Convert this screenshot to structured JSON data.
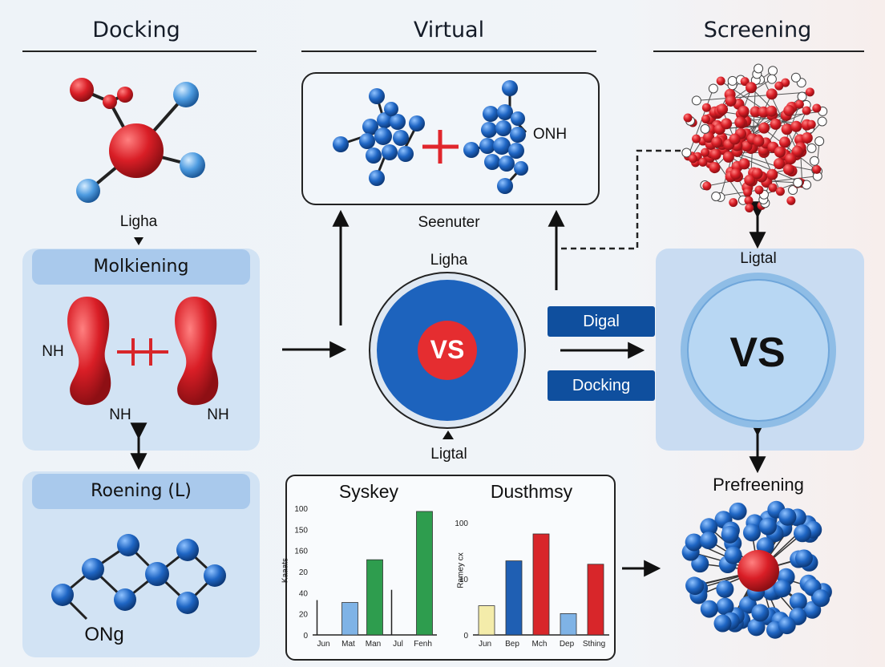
{
  "headers": {
    "left": "Docking",
    "center": "Virtual",
    "right": "Screening"
  },
  "left": {
    "ligand_label": "Ligha",
    "panel1_title": "Molkiening",
    "nh_left": "NH",
    "nh_mid": "NH",
    "nh_right": "NH",
    "panel2_title": "Roening (L)",
    "ong": "ONg"
  },
  "center": {
    "top_box_onh": "ONH",
    "screener_label": "Seenuter",
    "ligand_top": "Ligha",
    "vs": "VS",
    "ligand_bottom": "Ligtal"
  },
  "tags": {
    "top": "Digal",
    "bottom": "Docking"
  },
  "right": {
    "ligand": "Ligtal",
    "vs": "VS",
    "prefreening": "Prefreening"
  },
  "chart_data": [
    {
      "type": "bar",
      "title": "Syskey",
      "ylabel": "Kaaats",
      "xlabel": "",
      "yticks": [
        "100",
        "150",
        "160",
        "20",
        "40",
        "20",
        "0"
      ],
      "categories": [
        "Jun",
        "Mat",
        "Man",
        "Jul",
        "Fenh"
      ],
      "values": [
        44,
        41,
        95,
        57,
        156
      ],
      "bar_kinds": [
        "line",
        "bar",
        "bar",
        "line",
        "bar"
      ],
      "colors": [
        "#222222",
        "#7fb3e6",
        "#2e9d4e",
        "#222222",
        "#2e9d4e"
      ],
      "ylim": [
        0,
        160
      ]
    },
    {
      "type": "bar",
      "title": "Dusthmsy",
      "ylabel": "Ramey cx",
      "xlabel": "",
      "yticks": [
        "100",
        "10",
        "0"
      ],
      "categories": [
        "Jun",
        "Bep",
        "Mch",
        "Dep",
        "Sthing"
      ],
      "values": [
        26,
        66,
        90,
        19,
        63
      ],
      "colors": [
        "#f4ecaa",
        "#1f5fb3",
        "#d8262a",
        "#7fb3e6",
        "#d8262a"
      ],
      "ylim": [
        0,
        100
      ]
    }
  ]
}
